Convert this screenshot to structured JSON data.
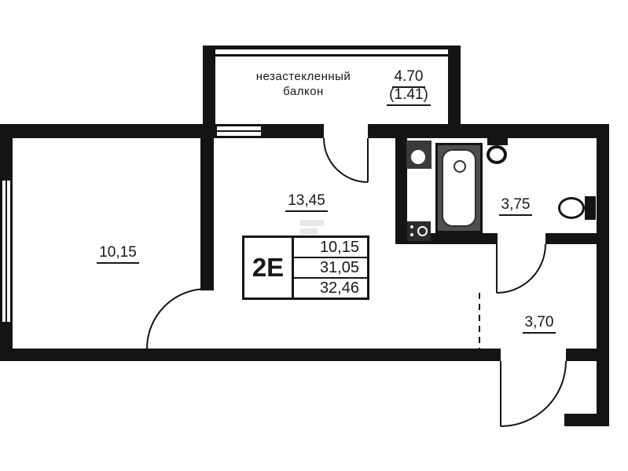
{
  "apartment": {
    "type_label": "2Е",
    "stamp_rows": [
      {
        "value": "10,15"
      },
      {
        "value": "31,05"
      },
      {
        "value": "32,46"
      }
    ]
  },
  "rooms": {
    "living": {
      "area": "10,15"
    },
    "kitchen_living": {
      "area": "13,45"
    },
    "bathroom": {
      "area": "3,75"
    },
    "hallway": {
      "area": "3,70"
    }
  },
  "balcony": {
    "name_line1": "незастекленный",
    "name_line2": "балкон",
    "area": "4.70",
    "area_weighted": "(1.41)"
  },
  "icons": [
    "bathtub-icon",
    "washbasin-icon",
    "toilet-icon",
    "toilet-compact-icon",
    "washing-machine-icon"
  ],
  "colors": {
    "wall": "#141414",
    "background": "#ffffff",
    "fixture_dark": "#3a3a3a"
  }
}
